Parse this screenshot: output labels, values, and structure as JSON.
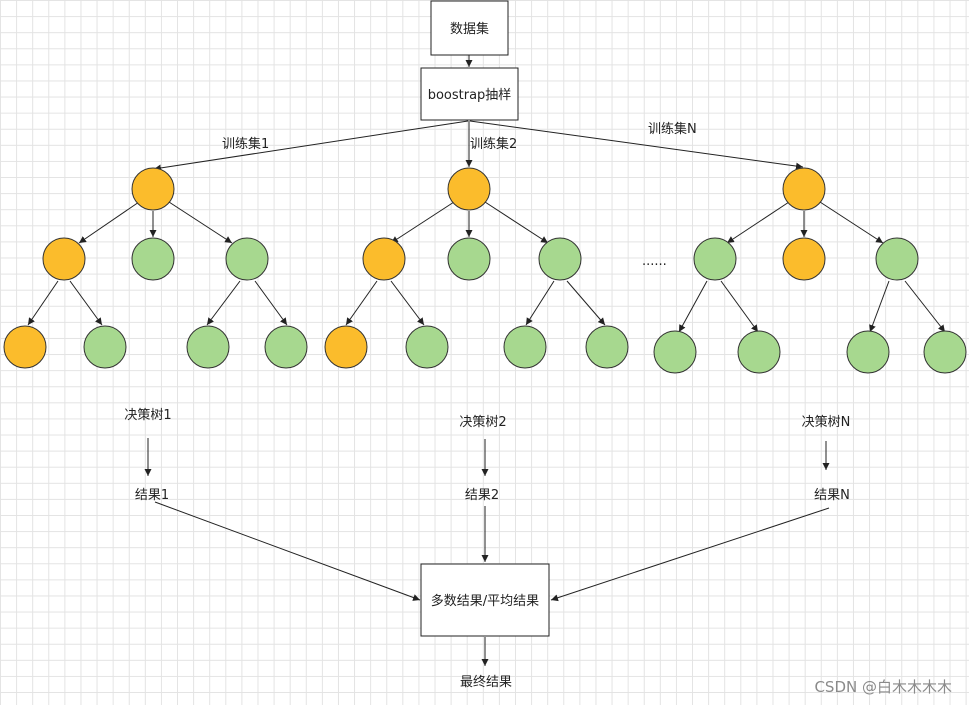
{
  "colors": {
    "orange": "#fbbc2c",
    "green": "#a7d88f"
  },
  "boxes": {
    "dataset": "数据集",
    "bootstrap": "boostrap抽样",
    "aggregate": "多数结果/平均结果"
  },
  "training_sets": [
    "训练集1",
    "训练集2",
    "训练集N"
  ],
  "ellipsis": "......",
  "trees": [
    {
      "name": "决策树1",
      "result": "结果1",
      "root": "orange",
      "children": [
        {
          "color": "orange",
          "leaves": [
            "orange",
            "green"
          ]
        },
        {
          "color": "green",
          "leaves": []
        },
        {
          "color": "green",
          "leaves": [
            "green",
            "green"
          ]
        }
      ]
    },
    {
      "name": "决策树2",
      "result": "结果2",
      "root": "orange",
      "children": [
        {
          "color": "orange",
          "leaves": [
            "orange",
            "green"
          ]
        },
        {
          "color": "green",
          "leaves": []
        },
        {
          "color": "green",
          "leaves": [
            "green",
            "green"
          ]
        }
      ]
    },
    {
      "name": "决策树N",
      "result": "结果N",
      "root": "orange",
      "children": [
        {
          "color": "green",
          "leaves": [
            "green",
            "green"
          ]
        },
        {
          "color": "orange",
          "leaves": []
        },
        {
          "color": "green",
          "leaves": [
            "green",
            "green"
          ]
        }
      ]
    }
  ],
  "final": "最终结果",
  "watermark": "CSDN @白木木木木"
}
